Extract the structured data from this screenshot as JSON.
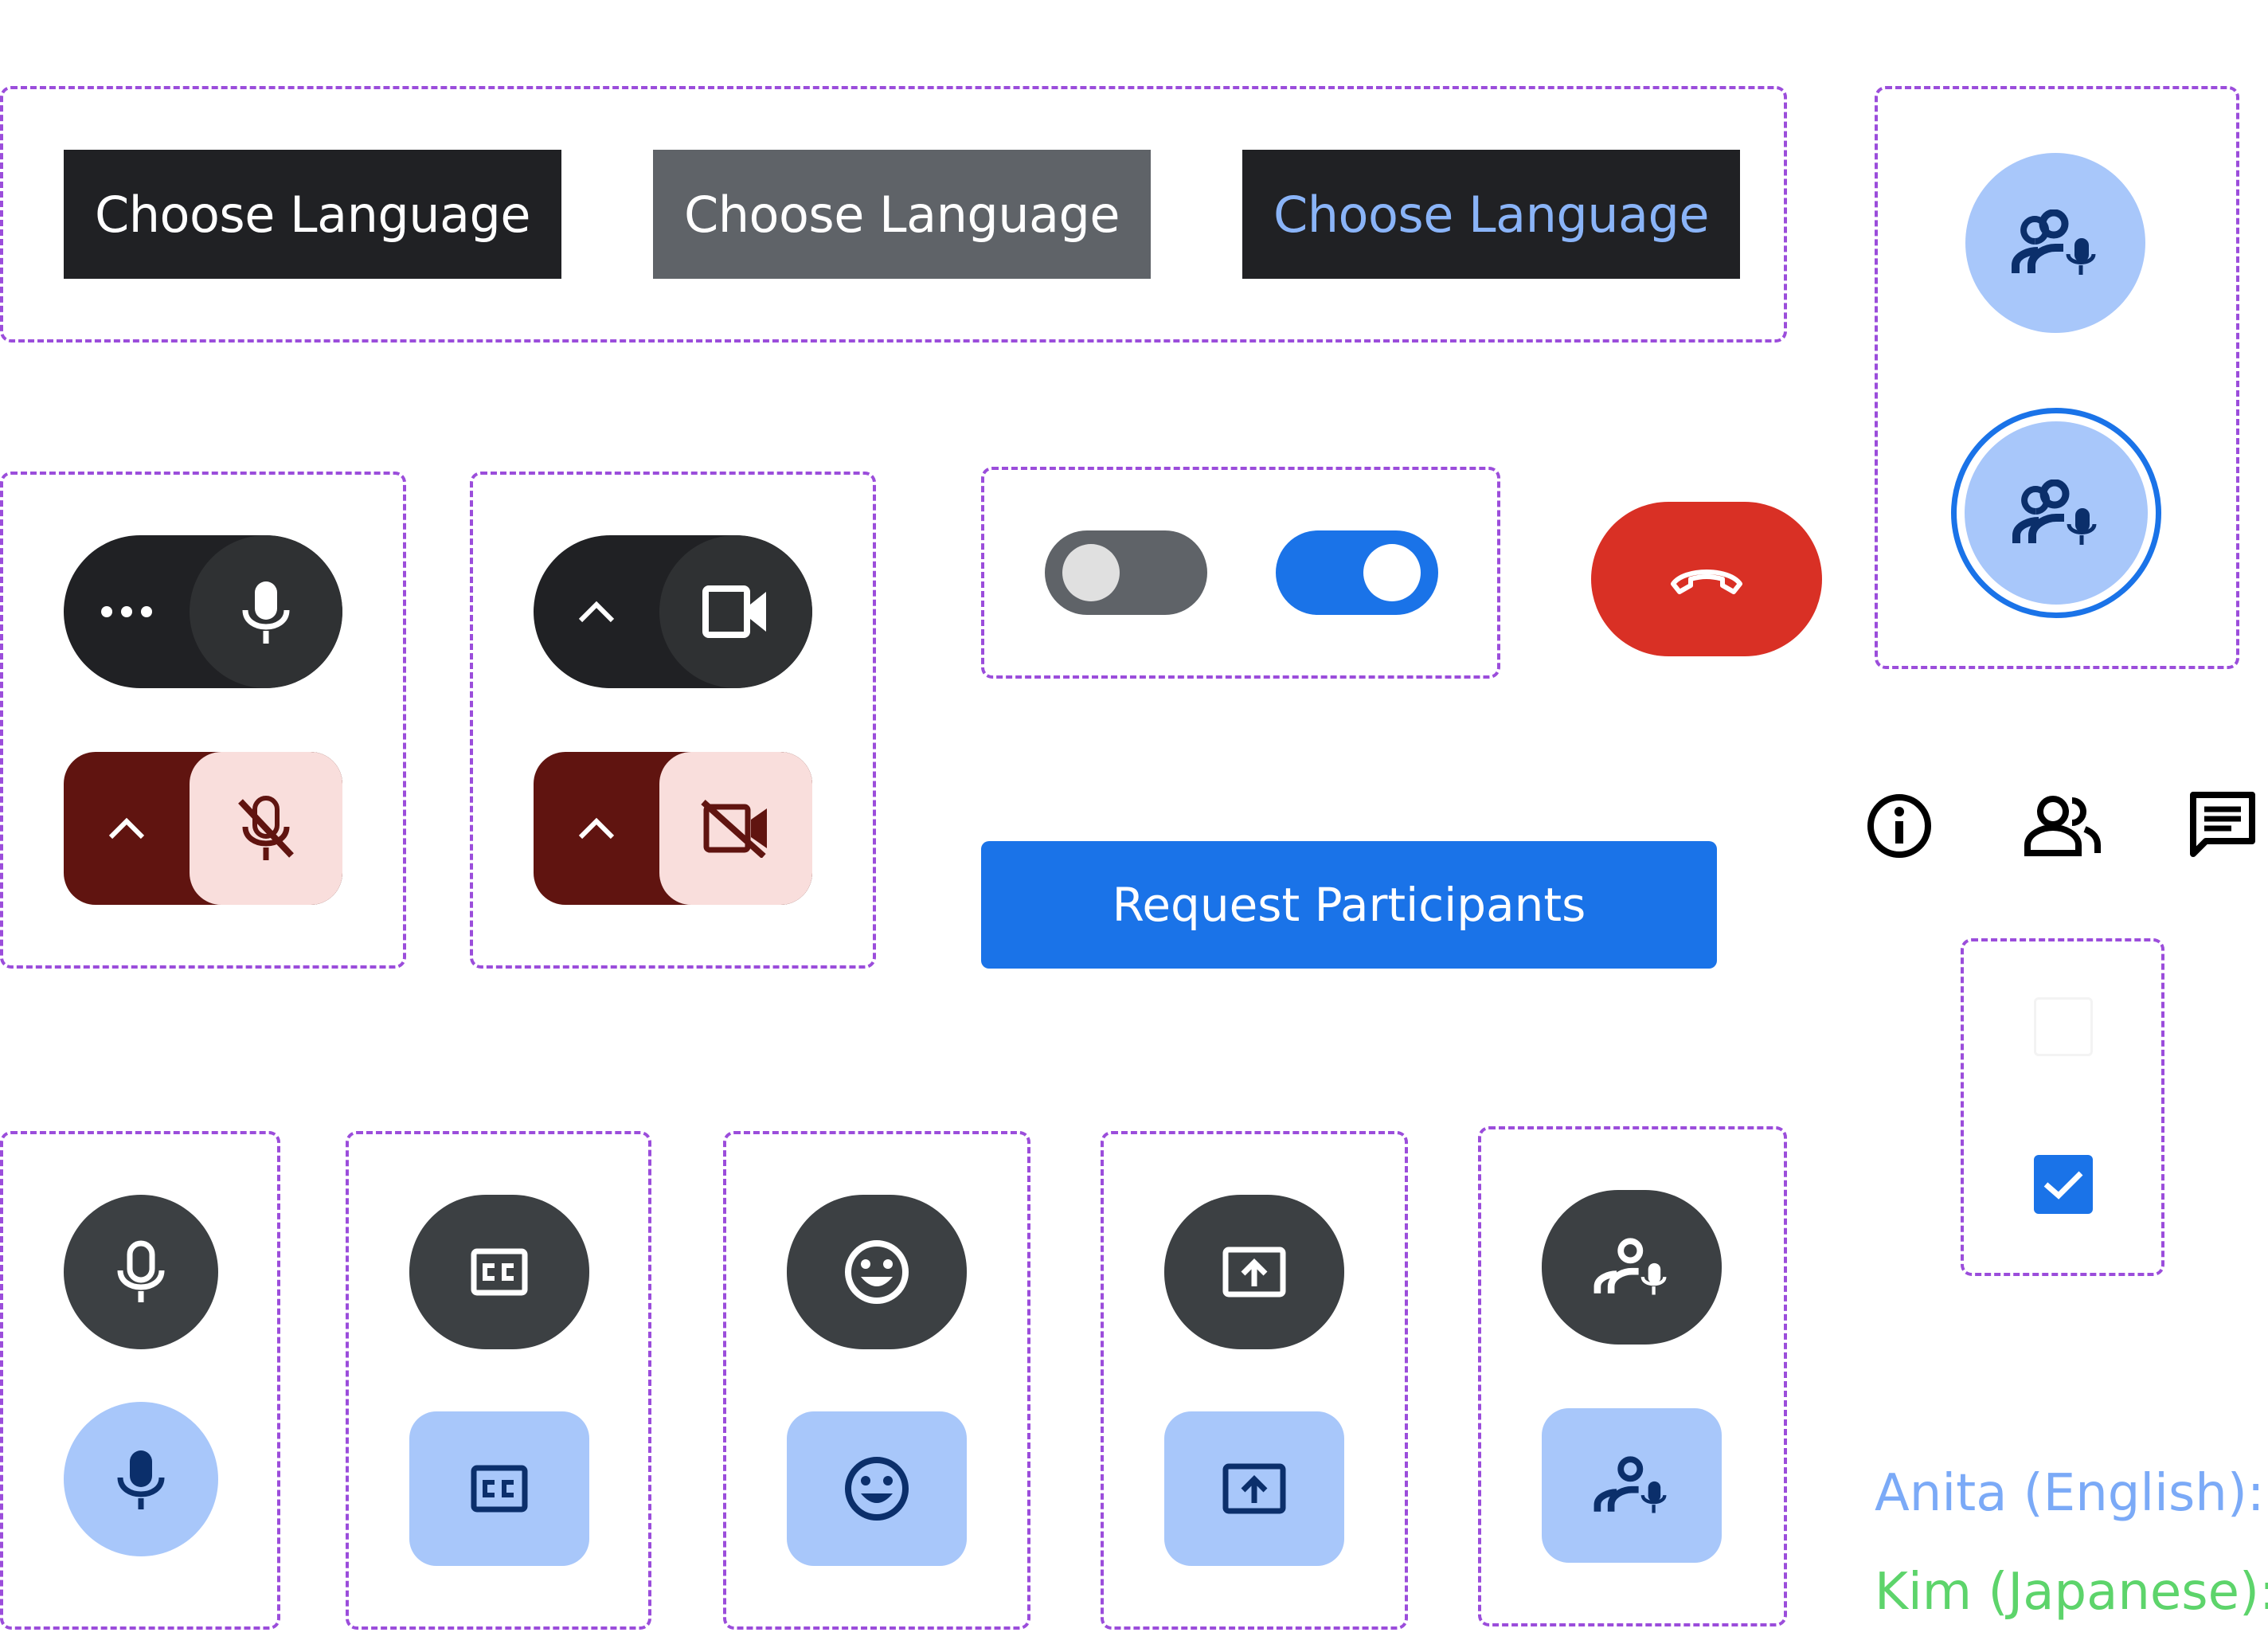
{
  "language_buttons": [
    {
      "label": "Choose Language",
      "state": "default"
    },
    {
      "label": "Choose Language",
      "state": "hover"
    },
    {
      "label": "Choose Language",
      "state": "selected"
    }
  ],
  "request_button": {
    "label": "Request Participants"
  },
  "captions": [
    {
      "label": "Anita (English):",
      "color": "#7baaf7"
    },
    {
      "label": "Kim (Japanese):",
      "color": "#5dd46b"
    }
  ],
  "colors": {
    "dark_button": "#202124",
    "control_dark": "#3c4043",
    "control_darker": "#2f3133",
    "active_blue": "#a8c7fa",
    "icon_dark_blue": "#0b2f6b",
    "accent_blue": "#1a73e8",
    "danger_red": "#d93025",
    "mute_dark_red": "#601410",
    "mute_light_red": "#f9dedc",
    "guide_purple": "#9b4ddb"
  },
  "toggles": [
    {
      "name": "switch-off",
      "state": false
    },
    {
      "name": "switch-on",
      "state": true
    }
  ],
  "checkbox": {
    "checked": true
  },
  "icon_names": [
    "more-icon",
    "mic-icon",
    "chevron-up-icon",
    "camera-icon",
    "camera-off-icon",
    "mic-off-icon",
    "hang-up-icon",
    "interpreter-icon",
    "info-icon",
    "people-icon",
    "chat-icon",
    "closed-captions-icon",
    "emoji-icon",
    "present-screen-icon",
    "check-icon"
  ]
}
